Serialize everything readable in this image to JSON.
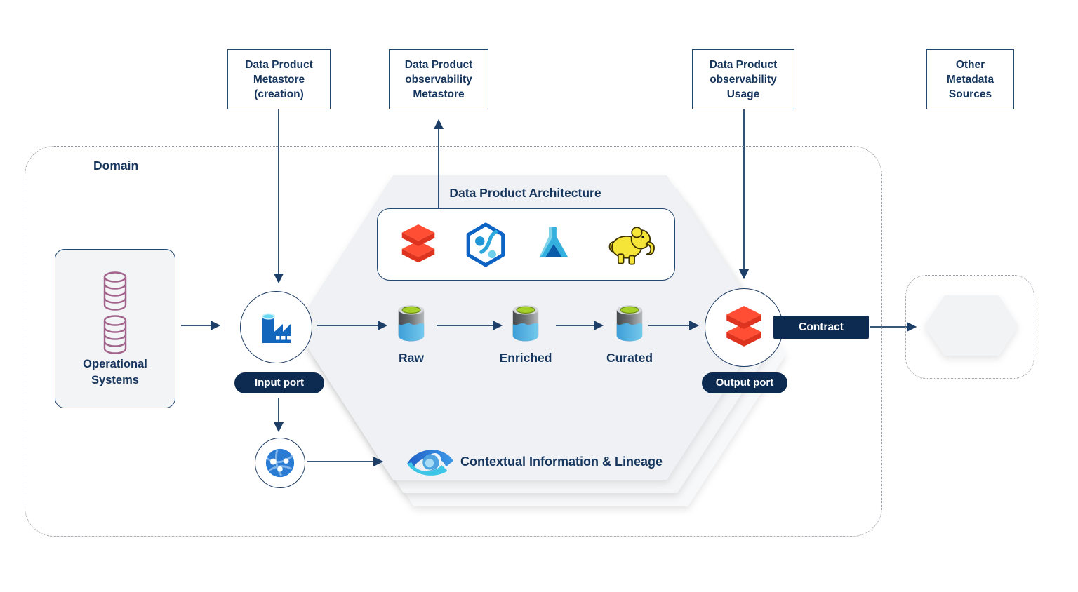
{
  "colors": {
    "navy_text": "#17365e",
    "box_border": "#24486e",
    "dark_pill_bg": "#0d2b50",
    "arrow": "#1d3e66",
    "hexagon_fill": "#eff1f4",
    "databricks_orange": "#ff4e33",
    "azure_blue": "#1266bb",
    "cyan_accent": "#3ec6e8",
    "storage_green": "#a4d028",
    "storage_blue": "#4aa9dd",
    "hadoop_yellow": "#f6e539",
    "database_purple": "#a2638a"
  },
  "top_boxes": [
    {
      "lines": [
        "Data Product",
        "Metastore",
        "(creation)"
      ]
    },
    {
      "lines": [
        "Data Product",
        "observability",
        "Metastore"
      ]
    },
    {
      "lines": [
        "Data Product",
        "observability",
        "Usage"
      ]
    },
    {
      "lines": [
        "Other",
        "Metadata",
        "Sources"
      ]
    }
  ],
  "domain": {
    "label": "Domain"
  },
  "operational_systems": {
    "lines": [
      "Operational",
      "Systems"
    ],
    "icon": "database-icon"
  },
  "input_port": {
    "label": "Input port",
    "icon": "data-factory-icon"
  },
  "architecture": {
    "title": "Data Product Architecture",
    "icons": [
      "databricks-icon",
      "azure-synapse-icon",
      "azure-ml-icon",
      "hadoop-icon"
    ]
  },
  "stages": [
    {
      "label": "Raw"
    },
    {
      "label": "Enriched"
    },
    {
      "label": "Curated"
    }
  ],
  "output_port": {
    "label": "Output port",
    "icon": "databricks-icon"
  },
  "contract": {
    "label": "Contract"
  },
  "share": {
    "icon": "data-share-icon"
  },
  "lineage": {
    "label": "Contextual Information & Lineage",
    "icon": "eye-icon"
  }
}
